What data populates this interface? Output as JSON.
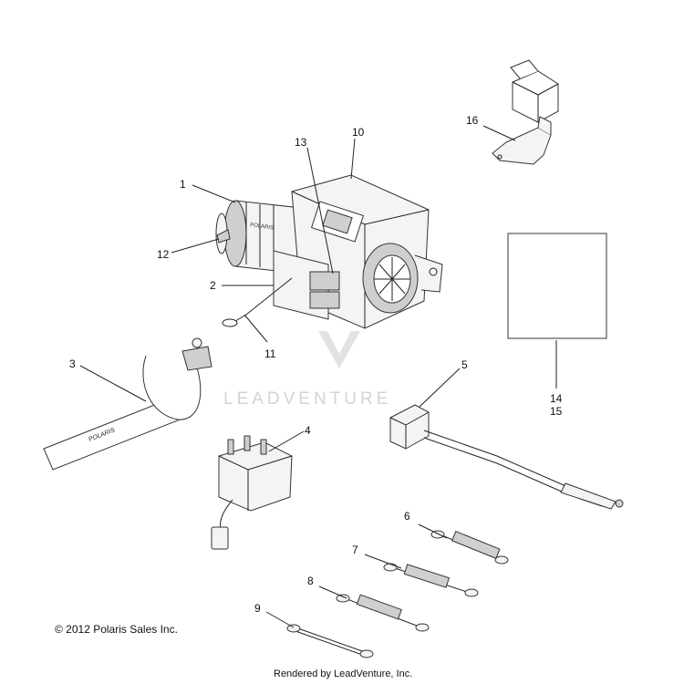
{
  "callouts": {
    "c1": "1",
    "c2": "2",
    "c3": "3",
    "c4": "4",
    "c5": "5",
    "c6": "6",
    "c7": "7",
    "c8": "8",
    "c9": "9",
    "c10": "10",
    "c11": "11",
    "c12": "12",
    "c13": "13",
    "c14": "14",
    "c15": "15",
    "c16": "16"
  },
  "footer": {
    "copyright": "© 2012 Polaris Sales Inc.",
    "rendered_by": "Rendered by LeadVenture, Inc."
  },
  "watermark": {
    "text": "LEADVENTURE"
  },
  "brand_marks": {
    "strap": "POLARIS",
    "winch": "POLARIS"
  }
}
